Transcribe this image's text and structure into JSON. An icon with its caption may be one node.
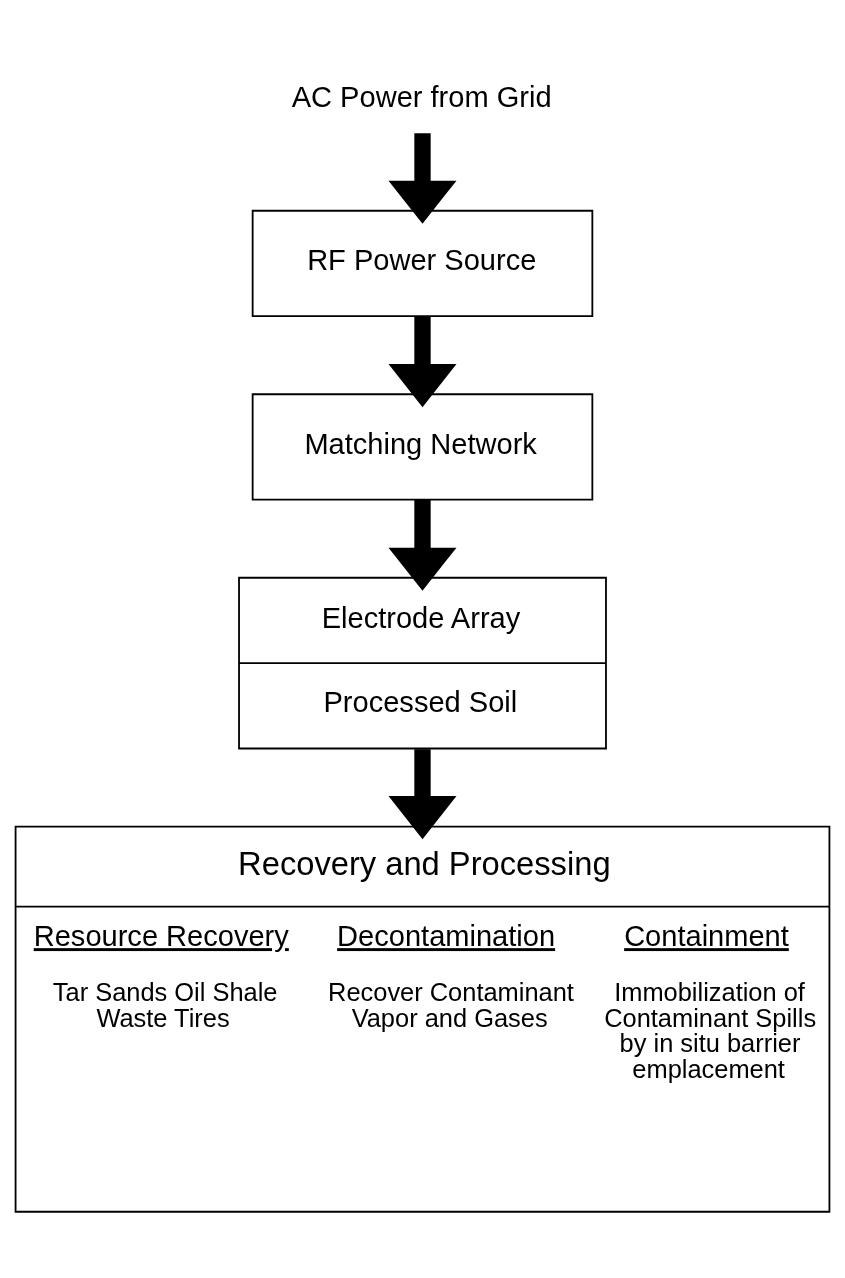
{
  "diagram": {
    "nodes": [
      {
        "text": [
          "AC Power from Grid"
        ]
      },
      {
        "text": [
          "RF Power Source"
        ]
      },
      {
        "text": [
          "Matching Network"
        ]
      },
      {
        "text": [
          "Electrode Array",
          "Processed Soil"
        ]
      },
      {
        "text": [
          "Recovery and Processing",
          "Resource Recovery",
          "Tar Sands Oil Shale Waste Tires",
          "Decontamination",
          "Recover Contaminant Vapor and Gases",
          "Containment",
          "Immobilization of Contaminant Spills by in situ barrier emplacement"
        ]
      }
    ],
    "edges": [
      {
        "from": 0,
        "to": 1,
        "arrow": "to"
      },
      {
        "from": 1,
        "to": 2,
        "arrow": "to"
      },
      {
        "from": 2,
        "to": 3,
        "arrow": "to"
      },
      {
        "from": 3,
        "to": 4,
        "arrow": "to"
      }
    ]
  }
}
